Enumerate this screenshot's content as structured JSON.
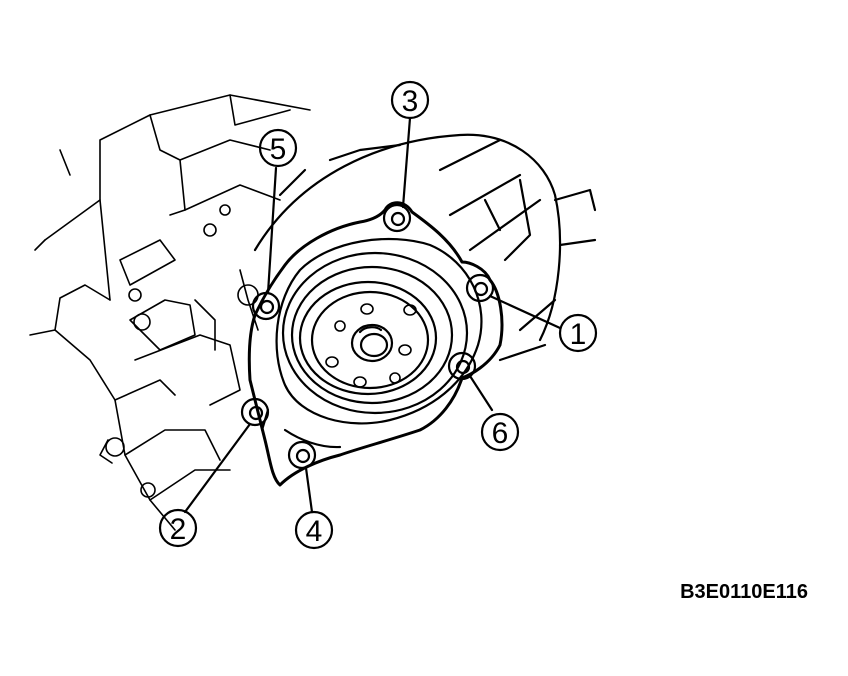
{
  "figure": {
    "code": "B3E0110E116"
  },
  "callouts": [
    {
      "id": "bolt-1",
      "label": "1"
    },
    {
      "id": "bolt-2",
      "label": "2"
    },
    {
      "id": "bolt-3",
      "label": "3"
    },
    {
      "id": "bolt-4",
      "label": "4"
    },
    {
      "id": "bolt-5",
      "label": "5"
    },
    {
      "id": "bolt-6",
      "label": "6"
    }
  ],
  "colors": {
    "ink": "#000000",
    "background": "#ffffff"
  }
}
